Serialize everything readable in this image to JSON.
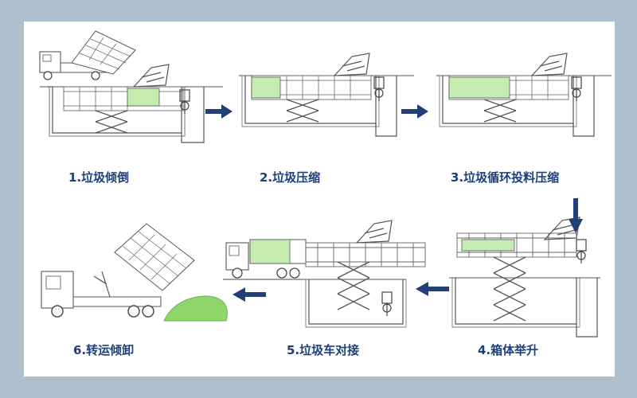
{
  "steps": [
    {
      "number": "1",
      "label": "1.垃圾倾倒"
    },
    {
      "number": "2",
      "label": "2.垃圾压缩"
    },
    {
      "number": "3",
      "label": "3.垃圾循环投料压缩"
    },
    {
      "number": "4",
      "label": "4.箱体举升"
    },
    {
      "number": "5",
      "label": "5.垃圾车对接"
    },
    {
      "number": "6",
      "label": "6.转运倾卸"
    }
  ],
  "colors": {
    "background": "#aebfce",
    "panel": "#ffffff",
    "label_text": "#1f3f7a",
    "arrow": "#243f75",
    "compressed_garbage": "#c6ecb0",
    "line_art": "#555555",
    "garbage_pile": "#8fd66a"
  },
  "flow_arrows": [
    "step1-to-step2",
    "step2-to-step3",
    "step3-to-step4",
    "step4-to-step5",
    "step5-to-step6"
  ]
}
